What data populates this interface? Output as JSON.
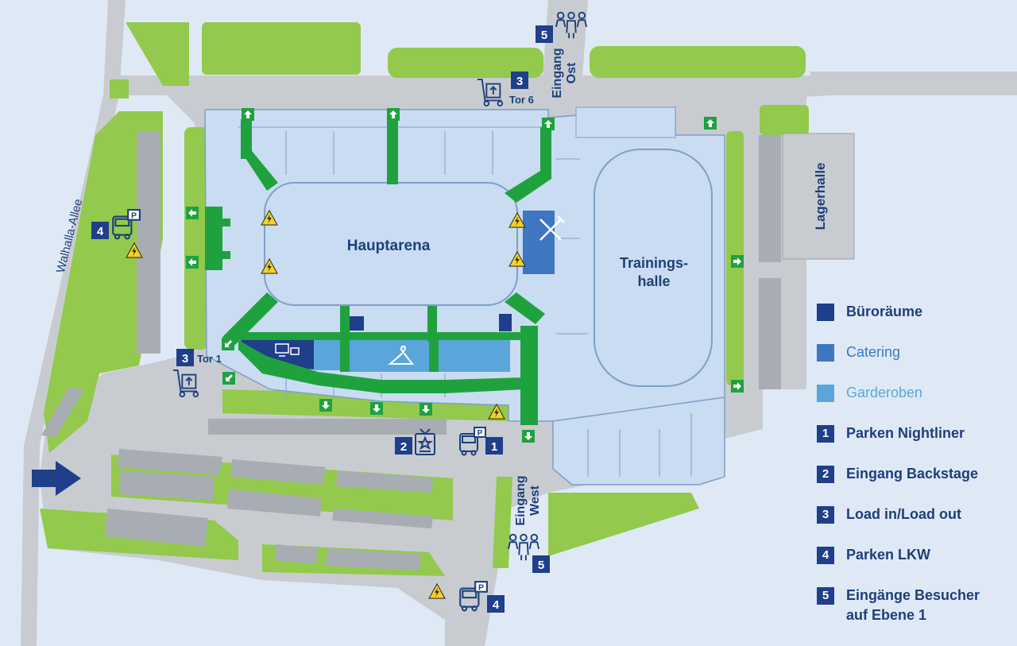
{
  "colors": {
    "background": "#dfe9f5",
    "grass": "#93c94d",
    "road": "#c8ccd1",
    "parking": "#a8adb3",
    "building": "#c9dcf1",
    "corridor": "#1fa23e",
    "buero": "#1f3f8a",
    "catering": "#3f76c2",
    "garderoben": "#5aa6dc",
    "text": "#1e3f7a"
  },
  "labels": {
    "street": "Walhalla-Allee",
    "main_arena": "Hauptarena",
    "training_hall_line1": "Trainings-",
    "training_hall_line2": "halle",
    "storage_hall": "Lagerhalle",
    "east_entrance_line1": "Eingang",
    "east_entrance_line2": "Ost",
    "west_entrance_line1": "Eingang",
    "west_entrance_line2": "West",
    "gate_6": "Tor 6",
    "gate_1": "Tor 1"
  },
  "markers": {
    "east_visitor": "5",
    "west_visitor": "5",
    "load_east": "3",
    "load_west": "3",
    "truck_parking_left": "4",
    "truck_parking_bottom": "4",
    "backstage": "2",
    "nightliner": "1"
  },
  "legend": [
    {
      "type": "color",
      "color": "#1f3f8a",
      "label": "Büroräume",
      "style": "dark"
    },
    {
      "type": "color",
      "color": "#3f76c2",
      "label": "Catering",
      "style": "light1"
    },
    {
      "type": "color",
      "color": "#5aa6dc",
      "label": "Garderoben",
      "style": "light2"
    },
    {
      "type": "number",
      "num": "1",
      "label": "Parken Nightliner"
    },
    {
      "type": "number",
      "num": "2",
      "label": "Eingang Backstage"
    },
    {
      "type": "number",
      "num": "3",
      "label": "Load in/Load out"
    },
    {
      "type": "number",
      "num": "4",
      "label": "Parken LKW"
    },
    {
      "type": "number",
      "num": "5",
      "label": "Eingänge Besucher",
      "label2": "auf Ebene 1"
    }
  ],
  "icons": {
    "warning": "lightning-warning-icon",
    "exit": "emergency-exit-arrow-icon",
    "visitors": "visitors-group-icon",
    "truck_parking": "truck-parking-icon",
    "backstage_pass": "backstage-pass-icon",
    "load": "hand-truck-icon",
    "catering": "fork-knife-icon",
    "wardrobe": "hanger-icon",
    "office": "monitor-icon",
    "direction": "direction-arrow-icon"
  }
}
